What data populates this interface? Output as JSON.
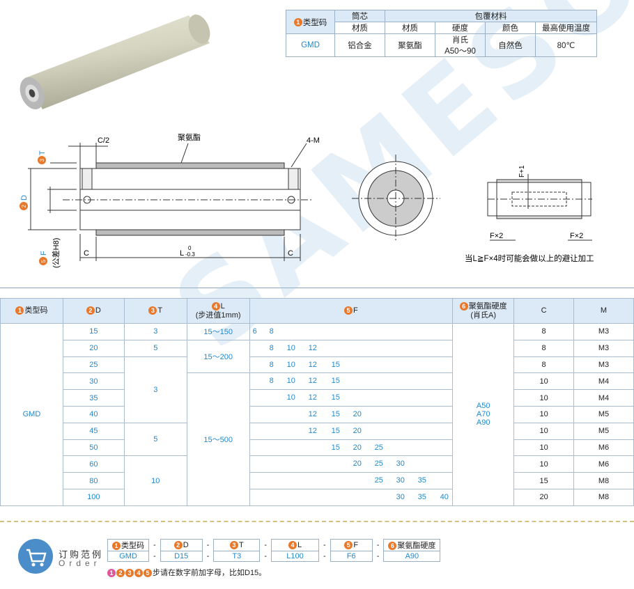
{
  "spec": {
    "type_code_label": "类型码",
    "core_header": "筒芯",
    "coating_header": "包覆材料",
    "sub_headers": [
      "材质",
      "材质",
      "硬度",
      "颜色",
      "最高使用温度"
    ],
    "type_code": "GMD",
    "core_material": "铝合金",
    "coating_material": "聚氨酯",
    "hardness": "肖氏\nA50～90",
    "hardness_line1": "肖氏",
    "hardness_line2": "A50～90",
    "color": "自然色",
    "max_temp": "80℃"
  },
  "drawing": {
    "label_c2": "C/2",
    "label_pu": "聚氨酯",
    "label_4m": "4-M",
    "label_t": "T",
    "label_d": "D",
    "label_f": "F",
    "label_f_tol": "(公差H8)",
    "label_c": "C",
    "label_l": "L",
    "label_l_tol_top": "0",
    "label_l_tol_bottom": "-0.3",
    "label_f_plus_1": "F+1",
    "label_fx2": "F×2",
    "note_relief": "当L≧F×4时可能会做以上的避让加工"
  },
  "main_table": {
    "headers": {
      "type": "类型码",
      "d": "D",
      "t": "T",
      "l_line1": "L",
      "l_line2": "(步进值1mm)",
      "f": "F",
      "hard_line1": "聚氨酯硬度",
      "hard_line2": "(肖氏A)",
      "c": "C",
      "m": "M"
    },
    "type_code": "GMD",
    "d_values": [
      "15",
      "20",
      "25",
      "30",
      "35",
      "40",
      "45",
      "50",
      "60",
      "80",
      "100"
    ],
    "t_values": [
      "3",
      "5",
      "3",
      "5",
      "10"
    ],
    "l_values": [
      "15～150",
      "15～200",
      "15～500"
    ],
    "hardness_values": [
      "A50",
      "A70",
      "A90"
    ],
    "f_rows": [
      [
        "6",
        "8"
      ],
      [
        "8",
        "10",
        "12"
      ],
      [
        "8",
        "10",
        "12",
        "15"
      ],
      [
        "8",
        "10",
        "12",
        "15"
      ],
      [
        "10",
        "12",
        "15"
      ],
      [
        "12",
        "15",
        "20"
      ],
      [
        "12",
        "15",
        "20"
      ],
      [
        "15",
        "20",
        "25"
      ],
      [
        "20",
        "25",
        "30"
      ],
      [
        "25",
        "30",
        "35"
      ],
      [
        "30",
        "35",
        "40"
      ]
    ],
    "c_values": [
      "8",
      "8",
      "8",
      "10",
      "10",
      "10",
      "10",
      "10",
      "10",
      "15",
      "20"
    ],
    "m_values": [
      "M3",
      "M3",
      "M3",
      "M4",
      "M4",
      "M5",
      "M5",
      "M6",
      "M6",
      "M8",
      "M8"
    ]
  },
  "order": {
    "title": "订购范例",
    "subtitle": "Order",
    "headers": [
      "类型码",
      "D",
      "T",
      "L",
      "F",
      "聚氨酯硬度"
    ],
    "values": [
      "GMD",
      "D15",
      "T3",
      "L100",
      "F6",
      "A90"
    ],
    "dash": "-",
    "note": "步请在数字前加字母，比如D15。"
  },
  "badges": [
    "1",
    "2",
    "3",
    "4",
    "5",
    "6"
  ],
  "colors": {
    "accent_orange": "#e8782a",
    "header_blue": "#dce9f6",
    "value_blue": "#2288cc"
  }
}
